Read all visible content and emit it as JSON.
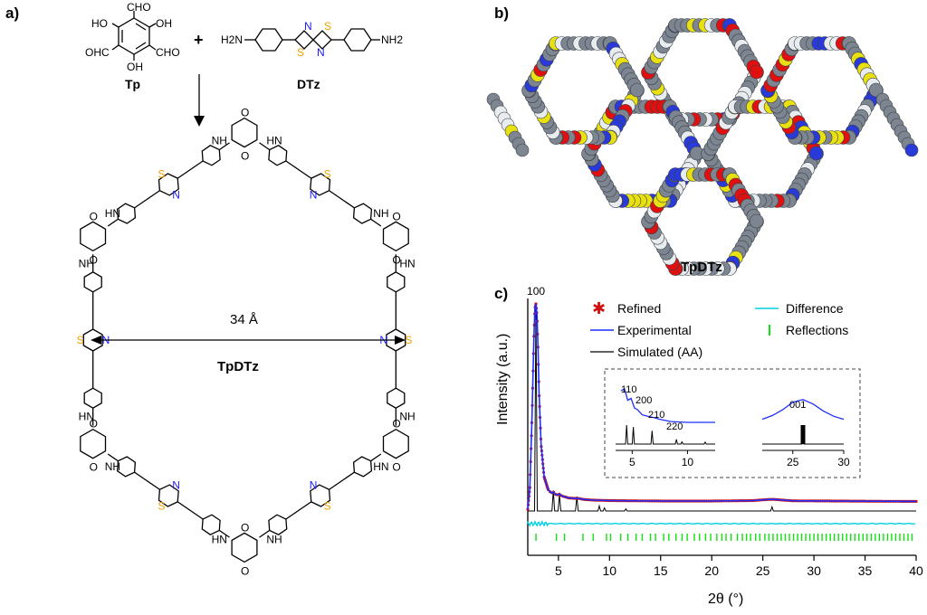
{
  "panel_labels": {
    "a": "a)",
    "b": "b)",
    "c": "c)"
  },
  "scheme": {
    "tp_label": "Tp",
    "dtz_label": "DTz",
    "plus": "+",
    "tp_groups": [
      "CHO",
      "HO",
      "OH",
      "OHC",
      "CHO",
      "OH"
    ],
    "dtz_end_groups": [
      "H2N",
      "NH2"
    ],
    "ring_atoms": {
      "n": "N",
      "s": "S",
      "o": "O",
      "nh": "NH",
      "hn": "HN",
      "h": "H"
    },
    "pore_size": "34 Å",
    "framework_label": "TpDTz",
    "colors": {
      "sulfur": "#f0a000",
      "nitrogen": "#1a1aff",
      "bond": "#000000"
    }
  },
  "model": {
    "label": "TpDTz",
    "colors": {
      "carbon": "#7c8590",
      "oxygen": "#e01010",
      "nitrogen": "#2a3ad8",
      "sulfur": "#e8e010",
      "hydrogen": "#e8ecee"
    }
  },
  "chart_data": {
    "type": "line",
    "title": "",
    "xlabel": "2θ (°)",
    "ylabel": "Intensity (a.u.)",
    "xlim": [
      2,
      40
    ],
    "xticks": [
      5,
      10,
      15,
      20,
      25,
      30,
      35,
      40
    ],
    "grid": false,
    "legend_position": "top",
    "legend": [
      "Refined",
      "Experimental",
      "Simulated (AA)",
      "Difference",
      "Reflections"
    ],
    "series": [
      {
        "name": "Experimental",
        "color": "#1f2fff",
        "x": [
          2.0,
          2.2,
          2.4,
          2.6,
          2.7,
          2.8,
          2.9,
          3.0,
          3.1,
          3.3,
          3.6,
          4.0,
          4.3,
          4.5,
          4.8,
          5.1,
          5.3,
          5.6,
          6.0,
          6.6,
          7.0,
          7.5,
          8.5,
          10,
          15,
          20,
          24,
          25.5,
          26,
          27,
          28,
          32,
          36,
          40
        ],
        "y": [
          0.05,
          0.15,
          0.45,
          0.85,
          0.98,
          1.0,
          0.95,
          0.8,
          0.6,
          0.35,
          0.2,
          0.14,
          0.125,
          0.13,
          0.115,
          0.12,
          0.112,
          0.108,
          0.102,
          0.1,
          0.1,
          0.095,
          0.092,
          0.09,
          0.088,
          0.088,
          0.09,
          0.095,
          0.096,
          0.092,
          0.089,
          0.088,
          0.087,
          0.086
        ]
      },
      {
        "name": "Refined",
        "color": "#d01010",
        "x": [
          2.0,
          2.2,
          2.4,
          2.6,
          2.7,
          2.8,
          2.9,
          3.0,
          3.1,
          3.3,
          3.6,
          4.0,
          4.3,
          4.5,
          4.8,
          5.1,
          5.3,
          5.6,
          6.0,
          6.6,
          7.0,
          7.5,
          8.5,
          10,
          15,
          20,
          24,
          25.5,
          26,
          27,
          28,
          32,
          36,
          40
        ],
        "y": [
          0.05,
          0.15,
          0.45,
          0.85,
          0.98,
          1.0,
          0.95,
          0.8,
          0.6,
          0.35,
          0.2,
          0.14,
          0.125,
          0.13,
          0.115,
          0.12,
          0.112,
          0.108,
          0.102,
          0.1,
          0.1,
          0.095,
          0.092,
          0.09,
          0.088,
          0.088,
          0.09,
          0.095,
          0.096,
          0.092,
          0.089,
          0.088,
          0.087,
          0.086
        ]
      },
      {
        "name": "Simulated (AA)",
        "color": "#000000",
        "peaks": [
          [
            2.8,
            1.0
          ],
          [
            4.5,
            0.1
          ],
          [
            5.1,
            0.08
          ],
          [
            6.8,
            0.07
          ],
          [
            9.0,
            0.025
          ],
          [
            9.5,
            0.015
          ],
          [
            11.6,
            0.01
          ],
          [
            25.9,
            0.02
          ]
        ]
      },
      {
        "name": "Difference",
        "color": "#00d0e0"
      },
      {
        "name": "Reflections",
        "color": "#10e010",
        "positions": [
          2.8,
          4.8,
          5.6,
          7.4,
          8.4,
          9.7,
          10.1,
          11.1,
          11.8,
          12.6,
          13.2,
          14.0,
          14.5,
          15.3,
          15.8,
          16.5,
          17.1,
          17.6,
          18.3,
          18.8,
          19.4,
          19.9,
          20.5,
          21.0,
          21.4,
          21.9,
          22.5,
          23.0,
          23.4,
          23.8,
          24.3,
          24.7,
          25.2,
          25.6,
          26.0,
          26.4,
          26.8,
          27.2,
          27.6,
          28.0,
          28.4,
          28.8,
          29.2,
          29.6,
          30.0,
          30.4,
          30.8,
          31.2,
          31.6,
          32.0,
          32.4,
          32.8,
          33.2,
          33.6,
          34.0,
          34.4,
          34.8,
          35.2,
          35.6,
          36.0,
          36.4,
          36.8,
          37.2,
          37.6,
          38.0,
          38.4,
          38.8,
          39.2,
          39.6
        ]
      }
    ],
    "annotations": [
      {
        "text": "100",
        "x": 2.8
      }
    ],
    "inset": {
      "left_xticks": [
        5,
        10
      ],
      "left_xlim": [
        3.5,
        12.5
      ],
      "right_xticks": [
        25,
        30
      ],
      "right_xlim": [
        22,
        30
      ],
      "peak_labels": [
        "110",
        "200",
        "210",
        "220",
        "001"
      ],
      "experimental_left": {
        "x": [
          4.0,
          4.3,
          4.6,
          4.9,
          5.2,
          5.5,
          5.9,
          6.4,
          7.0,
          7.5,
          8.5,
          10,
          12.5
        ],
        "y": [
          0.95,
          1.0,
          0.7,
          0.75,
          0.5,
          0.45,
          0.32,
          0.28,
          0.24,
          0.2,
          0.14,
          0.12,
          0.12
        ]
      },
      "experimental_right": {
        "x": [
          22,
          23,
          24,
          25,
          26,
          27,
          28,
          29,
          30
        ],
        "y": [
          0.2,
          0.3,
          0.45,
          0.65,
          0.72,
          0.6,
          0.42,
          0.28,
          0.2
        ]
      },
      "simulated_left": [
        [
          4.5,
          1.0
        ],
        [
          5.1,
          0.9
        ],
        [
          6.8,
          0.7
        ],
        [
          9.0,
          0.25
        ],
        [
          9.5,
          0.12
        ],
        [
          11.6,
          0.1
        ]
      ],
      "simulated_right": [
        [
          26.0,
          1.0
        ]
      ]
    }
  }
}
